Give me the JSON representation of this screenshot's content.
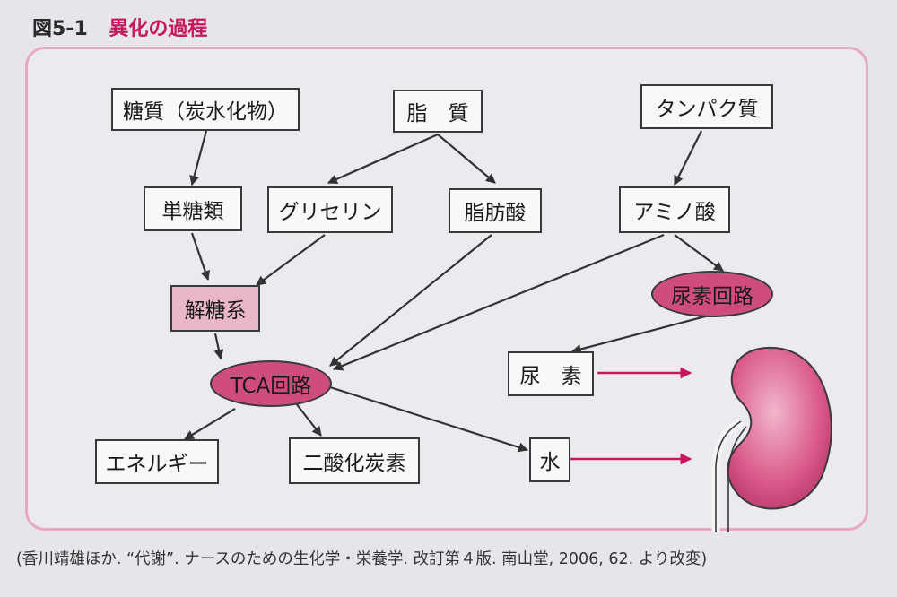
{
  "figure": {
    "number": "図5-1",
    "title": "異化の過程",
    "caption": "(香川靖雄ほか. “代謝”. ナースのための生化学・栄養学. 改訂第４版. 南山堂, 2006, 62. より改変)"
  },
  "nodes": {
    "carbohydrate": "糖質（炭水化物）",
    "lipid": "脂　質",
    "protein": "タンパク質",
    "monosaccharide": "単糖類",
    "glycerin": "グリセリン",
    "fatty_acid": "脂肪酸",
    "amino_acid": "アミノ酸",
    "glycolysis": "解糖系",
    "urea_cycle": "尿素回路",
    "tca_cycle": "TCA回路",
    "urea": "尿　素",
    "energy": "エネルギー",
    "co2": "二酸化炭素",
    "water": "水"
  },
  "colors": {
    "accent": "#c8175d",
    "frame_border": "#e6a9c5",
    "ellipse_fill": "#cf4d7c",
    "glycolysis_fill": "#e9b7c6",
    "kidney": "#d9578a"
  },
  "icons": {
    "kidney": "kidney-icon"
  }
}
